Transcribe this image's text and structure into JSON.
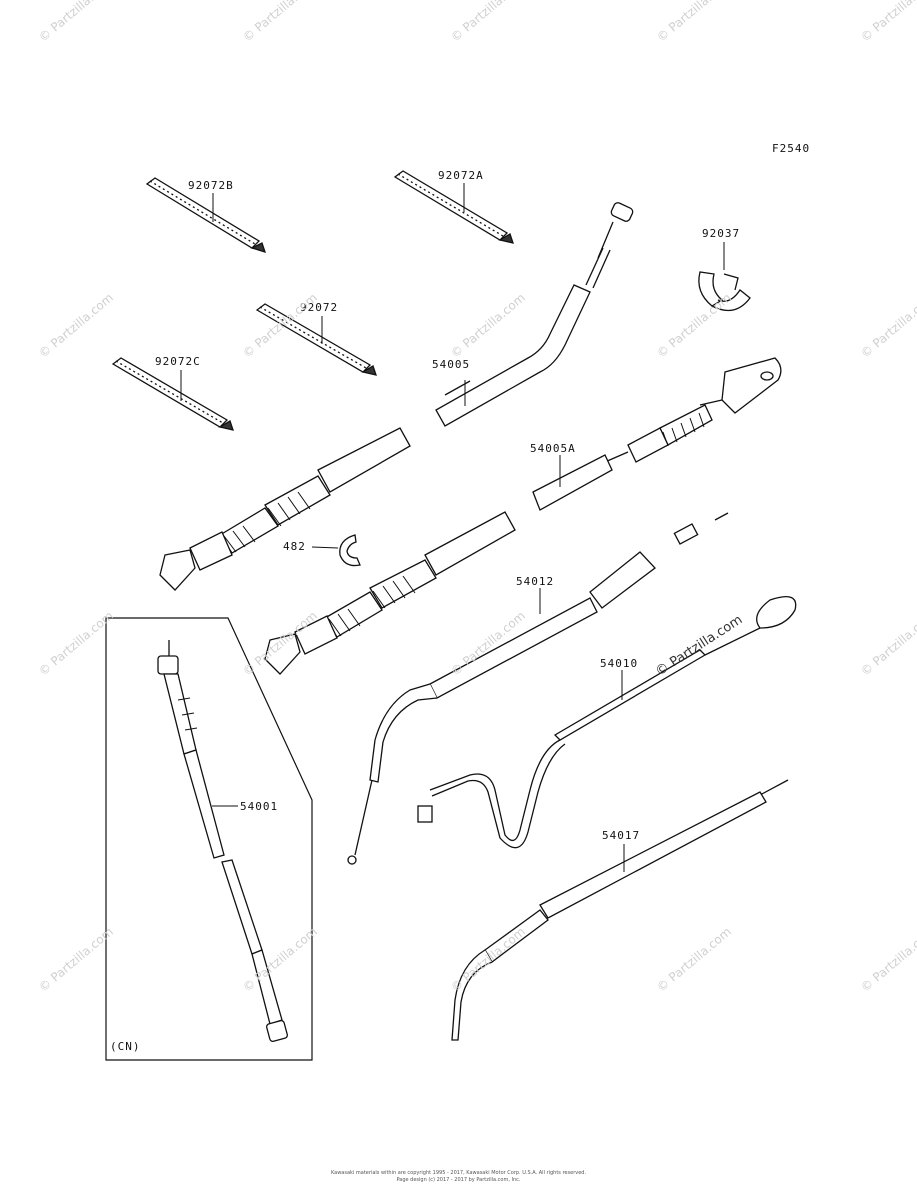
{
  "figure_code": "F2540",
  "watermark_text": "© Partzilla.com",
  "inset_label": "(CN)",
  "parts": [
    {
      "ref": "92072B"
    },
    {
      "ref": "92072A"
    },
    {
      "ref": "92037"
    },
    {
      "ref": "92072"
    },
    {
      "ref": "92072C"
    },
    {
      "ref": "54005"
    },
    {
      "ref": "54005A"
    },
    {
      "ref": "482"
    },
    {
      "ref": "54012"
    },
    {
      "ref": "54010"
    },
    {
      "ref": "54001"
    },
    {
      "ref": "54017"
    }
  ],
  "footer": {
    "line1": "Kawasaki materials within are copyright 1995 - 2017, Kawasaki Motor Corp. U.S.A. All rights reserved.",
    "line2": "Page design (c) 2017 - 2017 by Partzilla.com, Inc."
  }
}
